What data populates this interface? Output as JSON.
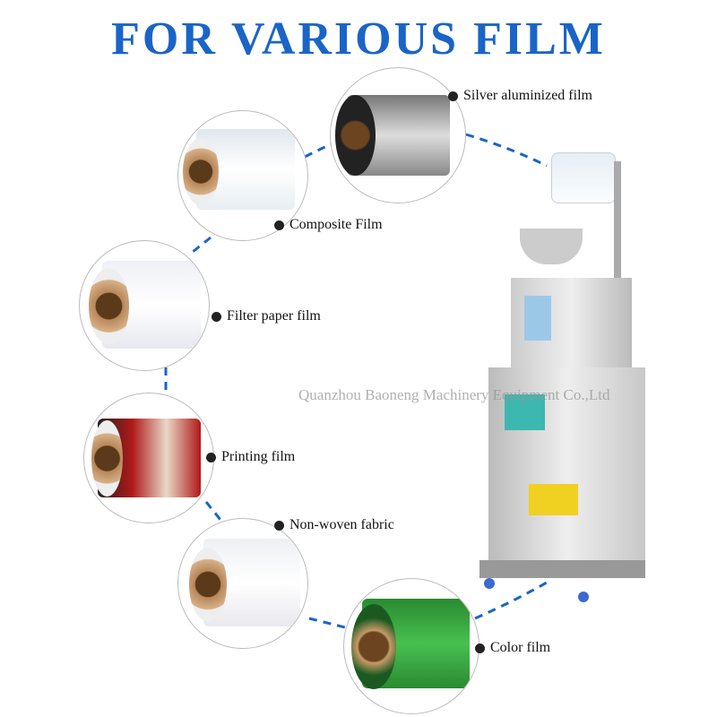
{
  "title": "FOR VARIOUS FILM",
  "films": [
    {
      "label": "Silver aluminized film",
      "color": "#a8a8a8"
    },
    {
      "label": "Composite Film",
      "color": "#e8eef4"
    },
    {
      "label": "Filter paper film",
      "color": "#f2f4f8"
    },
    {
      "label": "Printing film",
      "color": "#a01818"
    },
    {
      "label": "Non-woven fabric",
      "color": "#f4f4f6"
    },
    {
      "label": "Color film",
      "color": "#2ea03a"
    }
  ],
  "watermark": "Quanzhou Baoneng Machinery Equipment Co.,Ltd",
  "accent": "#1a64c8"
}
